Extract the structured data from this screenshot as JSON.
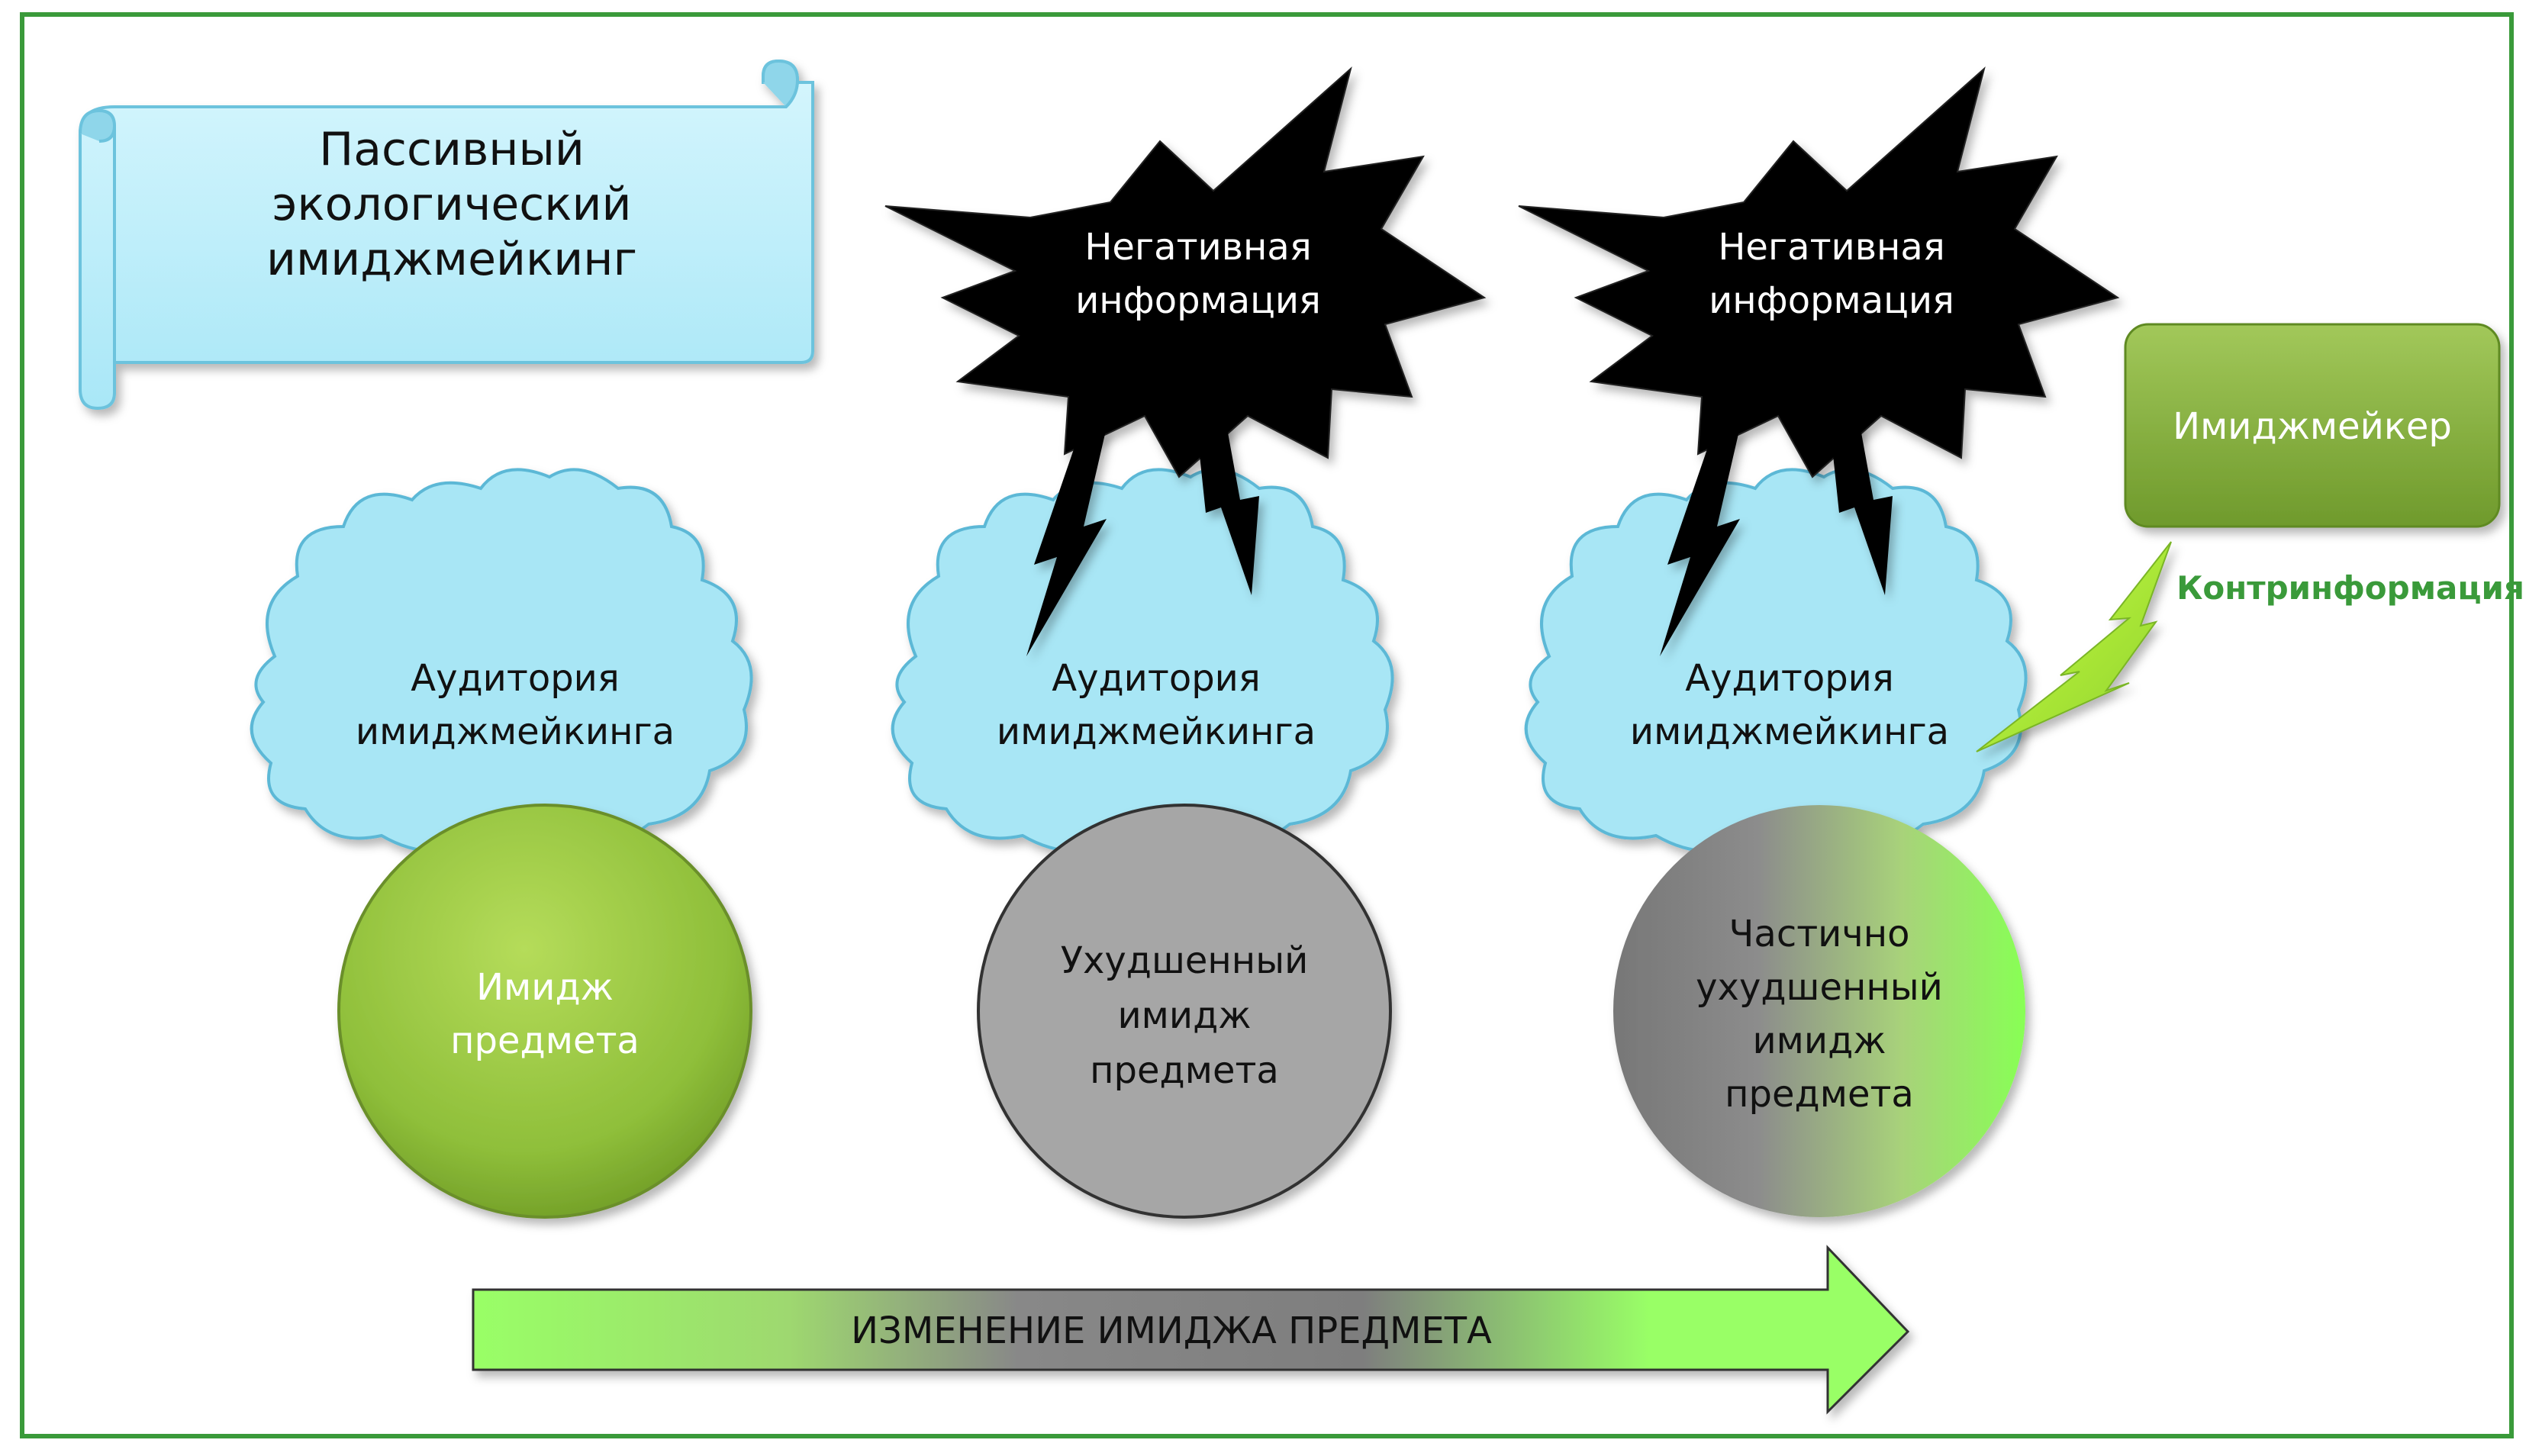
{
  "title": {
    "lines": [
      "Пассивный",
      "экологический",
      "имиджмейкинг"
    ]
  },
  "negative_info": {
    "lines": [
      "Негативная",
      "информация"
    ]
  },
  "audience": {
    "lines": [
      "Аудитория",
      "имиджмейкинга"
    ]
  },
  "image_good": {
    "lines": [
      "Имидж",
      "предмета"
    ]
  },
  "image_worse": {
    "lines": [
      "Ухудшенный",
      "имидж",
      "предмета"
    ]
  },
  "image_partial": {
    "lines": [
      "Частично",
      "ухудшенный",
      "имидж",
      "предмета"
    ]
  },
  "imagemaker": {
    "label": "Имиджмейкер"
  },
  "counter_info": {
    "label": "Контринформация"
  },
  "arrow": {
    "label": "ИЗМЕНЕНИЕ ИМИДЖА ПРЕДМЕТА"
  },
  "colors": {
    "frame": "#3a9a3a",
    "cloud_fill": "#a8e6f5",
    "cloud_stroke": "#5cb8d6",
    "scroll_fill": "#b9ecf8",
    "good_green": "#8fbf3a",
    "gray": "#a6a6a6",
    "light_green": "#99ff66",
    "counter_text": "#3a9a3a"
  }
}
